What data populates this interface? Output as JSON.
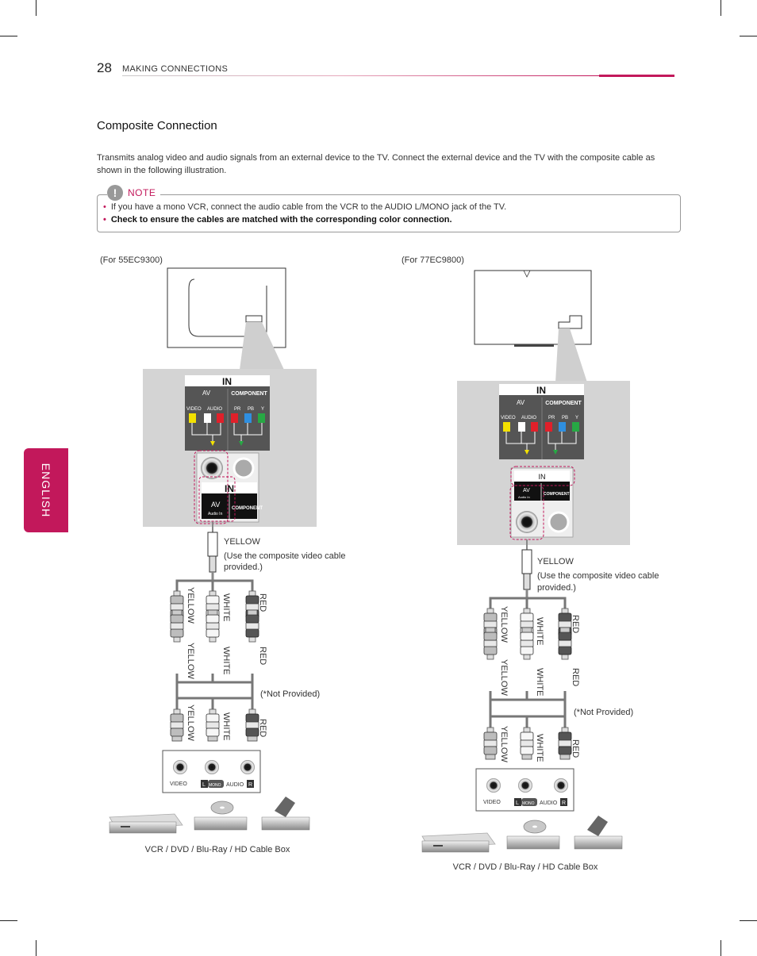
{
  "header": {
    "page_number": "28",
    "section": "MAKING CONNECTIONS"
  },
  "side_tab": {
    "label": "ENGLISH"
  },
  "content": {
    "title": "Composite Connection",
    "intro": "Transmits analog video and audio signals from an external device to the TV. Connect the external device and the TV with the composite cable as shown in the following illustration.",
    "note": {
      "label": "NOTE",
      "items": [
        "If you have a mono VCR, connect the audio cable from the VCR to the AUDIO L/MONO jack of the TV.",
        "Check to ensure the cables are matched with the corresponding color connection."
      ]
    }
  },
  "diagrams": {
    "left": {
      "model": "(For 55EC9300)",
      "panel_in": "IN",
      "panel_av": "AV",
      "panel_component": "COMPONENT",
      "panel_video": "VIDEO",
      "panel_audio": "AUDIO",
      "panel_pr": "PR",
      "panel_pb": "PB",
      "panel_y": "Y",
      "zoom_in": "IN",
      "zoom_av": "AV",
      "zoom_audio_in": "Audio In",
      "zoom_component": "COMPONENT",
      "yellow_label": "YELLOW",
      "use_note": "(Use the composite video cable provided.)",
      "not_provided": "(*Not Provided)",
      "video": "VIDEO",
      "l_mono": "L",
      "mono": "MONO",
      "audio": "AUDIO",
      "r": "R",
      "device_caption": "VCR / DVD / Blu-Ray / HD Cable Box"
    },
    "right": {
      "model": "(For 77EC9800)",
      "panel_in": "IN",
      "panel_av": "AV",
      "panel_component": "COMPONENT",
      "panel_video": "VIDEO",
      "panel_audio": "AUDIO",
      "panel_pr": "PR",
      "panel_pb": "PB",
      "panel_y": "Y",
      "zoom_in": "IN",
      "zoom_av": "AV",
      "zoom_audio_in": "Audio In",
      "zoom_component": "COMPONENT",
      "yellow_label": "YELLOW",
      "use_note": "(Use the composite video cable provided.)",
      "not_provided": "(*Not Provided)",
      "video": "VIDEO",
      "l_mono": "L",
      "mono": "MONO",
      "audio": "AUDIO",
      "r": "R",
      "device_caption": "VCR / DVD / Blu-Ray / HD Cable Box"
    },
    "cable_labels": {
      "yellow": "YELLOW",
      "white": "WHITE",
      "red": "RED"
    }
  },
  "colors": {
    "accent": "#c2185b",
    "yellow": "#f2e100",
    "white": "#ffffff",
    "red": "#e0202a",
    "green": "#27a844",
    "blue": "#2f8fe0"
  }
}
